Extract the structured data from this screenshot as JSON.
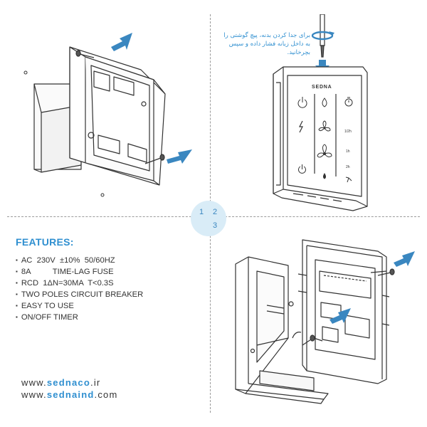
{
  "steps": {
    "one": "1",
    "two": "2",
    "three": "3"
  },
  "instruction_fa": "برای جدا کردن بدنه، پیچ گوشتی را به داخل زبانه فشار داده و سپس بچرخانید.",
  "device": {
    "brand": "SEDNA",
    "timer_labels": [
      "1/2h",
      "1h",
      "2h"
    ]
  },
  "features": {
    "title": "FEATURES:",
    "items": [
      "AC  230V  ±10%  50/60HZ",
      "8A          TIME-LAG FUSE",
      "RCD  1ΔN=30MA  T<0.3S",
      "TWO POLES CIRCUIT BREAKER",
      "EASY TO USE",
      "ON/OFF TIMER"
    ]
  },
  "websites": {
    "site1_prefix": "www.",
    "site1_brand": "sednaco",
    "site1_suffix": ".ir",
    "site2_prefix": "www.",
    "site2_brand": "sednaind",
    "site2_suffix": ".com"
  },
  "colors": {
    "accent": "#2f8fd0",
    "line": "#333333",
    "circle": "#d9ecf7"
  }
}
